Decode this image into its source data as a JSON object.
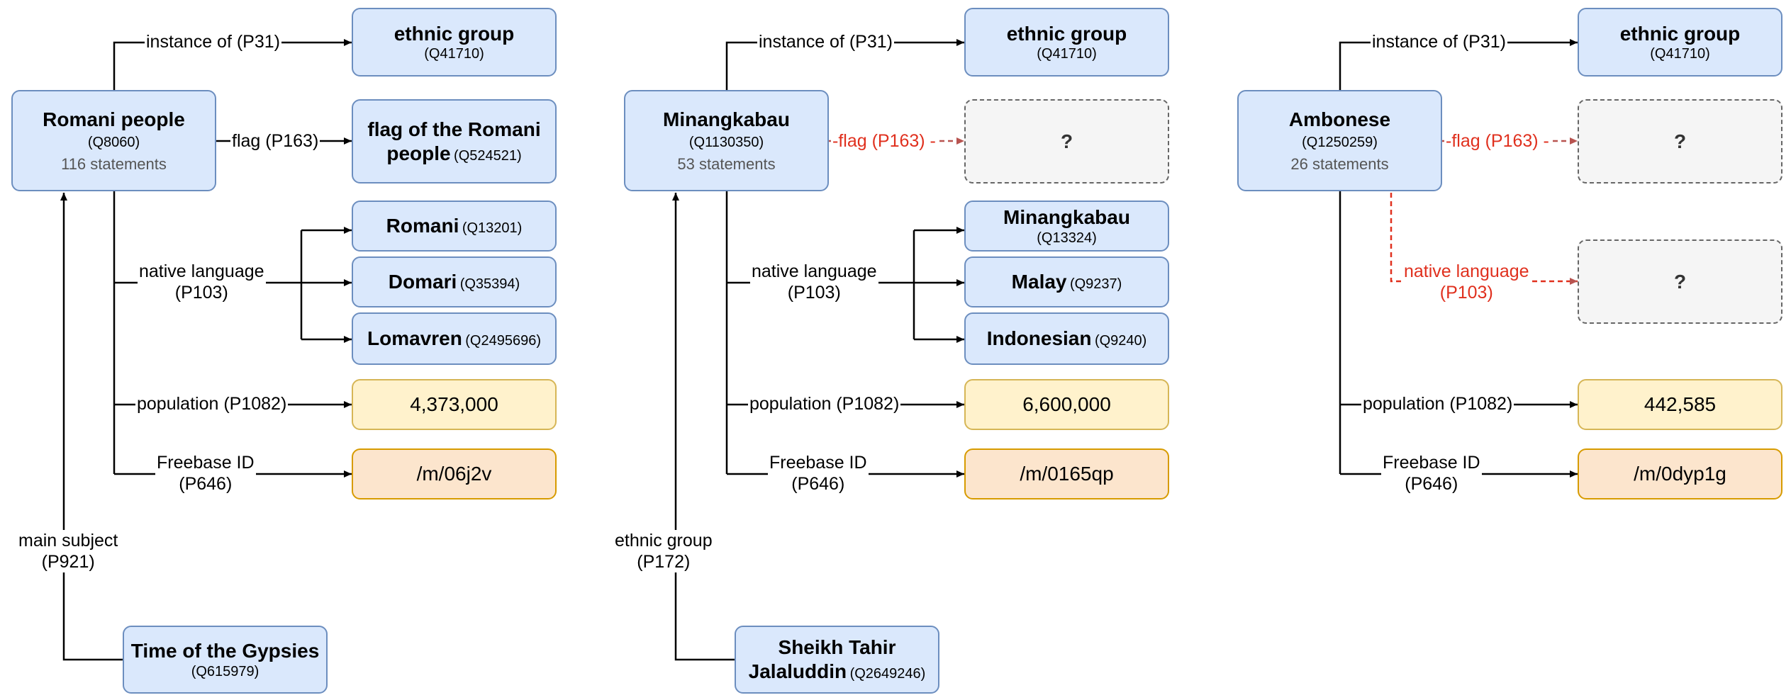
{
  "colors": {
    "entity_fill": "#dae8fc",
    "entity_border": "#6c8ebf",
    "literal_fill": "#fff2cc",
    "literal_border": "#d6b656",
    "identifier_fill": "#fce5cd",
    "identifier_border": "#d79b00",
    "missing_fill": "#f5f5f5",
    "missing_border": "#666666",
    "missing_edge": "#e0301e"
  },
  "panels": [
    {
      "subject": {
        "name": "Romani people",
        "qid": "(Q8060)",
        "statements": "116 statements"
      },
      "instance_of": {
        "edge": "instance of (P31)",
        "label": "ethnic group",
        "qid": "(Q41710)"
      },
      "flag": {
        "edge": "flag (P163)",
        "label": "flag of the Romani",
        "label2": "people",
        "qid": "(Q524521)"
      },
      "native_language": {
        "edge1": "native language",
        "edge2": "(P103)",
        "items": [
          {
            "label": "Romani",
            "qid": "(Q13201)"
          },
          {
            "label": "Domari",
            "qid": "(Q35394)"
          },
          {
            "label": "Lomavren",
            "qid": "(Q2495696)"
          }
        ]
      },
      "population": {
        "edge": "population (P1082)",
        "value": "4,373,000"
      },
      "freebase": {
        "edge1": "Freebase ID",
        "edge2": "(P646)",
        "value": "/m/06j2v"
      },
      "incoming": {
        "edge1": "main subject",
        "edge2": "(P921)",
        "label": "Time of the Gypsies",
        "qid": "(Q615979)"
      }
    },
    {
      "subject": {
        "name": "Minangkabau",
        "qid": "(Q1130350)",
        "statements": "53 statements"
      },
      "instance_of": {
        "edge": "instance of (P31)",
        "label": "ethnic group",
        "qid": "(Q41710)"
      },
      "flag": {
        "edge": "-flag (P163) -",
        "missing": "?"
      },
      "native_language": {
        "edge1": "native language",
        "edge2": "(P103)",
        "items": [
          {
            "label": "Minangkabau",
            "qid": "(Q13324)"
          },
          {
            "label": "Malay",
            "qid": "(Q9237)"
          },
          {
            "label": "Indonesian",
            "qid": "(Q9240)"
          }
        ]
      },
      "population": {
        "edge": "population (P1082)",
        "value": "6,600,000"
      },
      "freebase": {
        "edge1": "Freebase ID",
        "edge2": "(P646)",
        "value": "/m/0165qp"
      },
      "incoming": {
        "edge1": "ethnic group",
        "edge2": "(P172)",
        "label": "Sheikh Tahir",
        "label2": "Jalaluddin",
        "qid": "(Q2649246)"
      }
    },
    {
      "subject": {
        "name": "Ambonese",
        "qid": "(Q1250259)",
        "statements": "26 statements"
      },
      "instance_of": {
        "edge": "instance of (P31)",
        "label": "ethnic group",
        "qid": "(Q41710)"
      },
      "flag": {
        "edge": "-flag (P163) -",
        "missing": "?"
      },
      "native_language": {
        "edge1": "native language",
        "edge2": "(P103)",
        "missing": "?"
      },
      "population": {
        "edge": "population (P1082)",
        "value": "442,585"
      },
      "freebase": {
        "edge1": "Freebase ID",
        "edge2": "(P646)",
        "value": "/m/0dyp1g"
      }
    }
  ]
}
